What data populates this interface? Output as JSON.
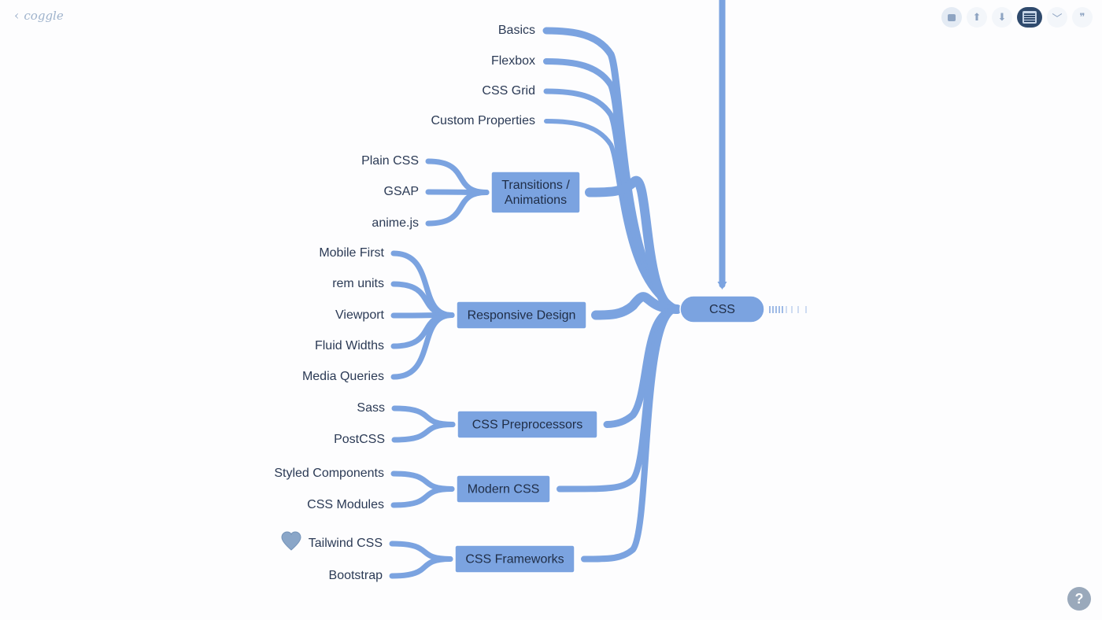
{
  "app": {
    "logo": "coggle",
    "back_glyph": "‹"
  },
  "toolbar": [
    {
      "name": "present-icon",
      "glyph": ""
    },
    {
      "name": "share-icon",
      "glyph": "⬆"
    },
    {
      "name": "download-icon",
      "glyph": "⬇"
    },
    {
      "name": "document-icon",
      "glyph": ""
    },
    {
      "name": "chevron-down-icon",
      "glyph": "﹀"
    },
    {
      "name": "comment-quote-icon",
      "glyph": "❞"
    }
  ],
  "help": {
    "label": "?"
  },
  "mindmap": {
    "root": "CSS",
    "direct_leaves": [
      "Basics",
      "Flexbox",
      "CSS Grid",
      "Custom Properties"
    ],
    "groups": [
      {
        "label": "Transitions / Animations",
        "label_lines": [
          "Transitions /",
          "Animations"
        ],
        "children": [
          "Plain CSS",
          "GSAP",
          "anime.js"
        ]
      },
      {
        "label": "Responsive Design",
        "label_lines": [
          "Responsive Design"
        ],
        "children": [
          "Mobile First",
          "rem units",
          "Viewport",
          "Fluid Widths",
          "Media Queries"
        ]
      },
      {
        "label": "CSS Preprocessors",
        "label_lines": [
          "CSS Preprocessors"
        ],
        "children": [
          "Sass",
          "PostCSS"
        ]
      },
      {
        "label": "Modern CSS",
        "label_lines": [
          "Modern CSS"
        ],
        "children": [
          "Styled Components",
          "CSS Modules"
        ]
      },
      {
        "label": "CSS Frameworks",
        "label_lines": [
          "CSS Frameworks"
        ],
        "children": [
          "Tailwind CSS",
          "Bootstrap"
        ]
      }
    ],
    "favorite_marker": "Tailwind CSS",
    "branch_color": "#7ba3e0",
    "text_color": "#2b3a55"
  }
}
